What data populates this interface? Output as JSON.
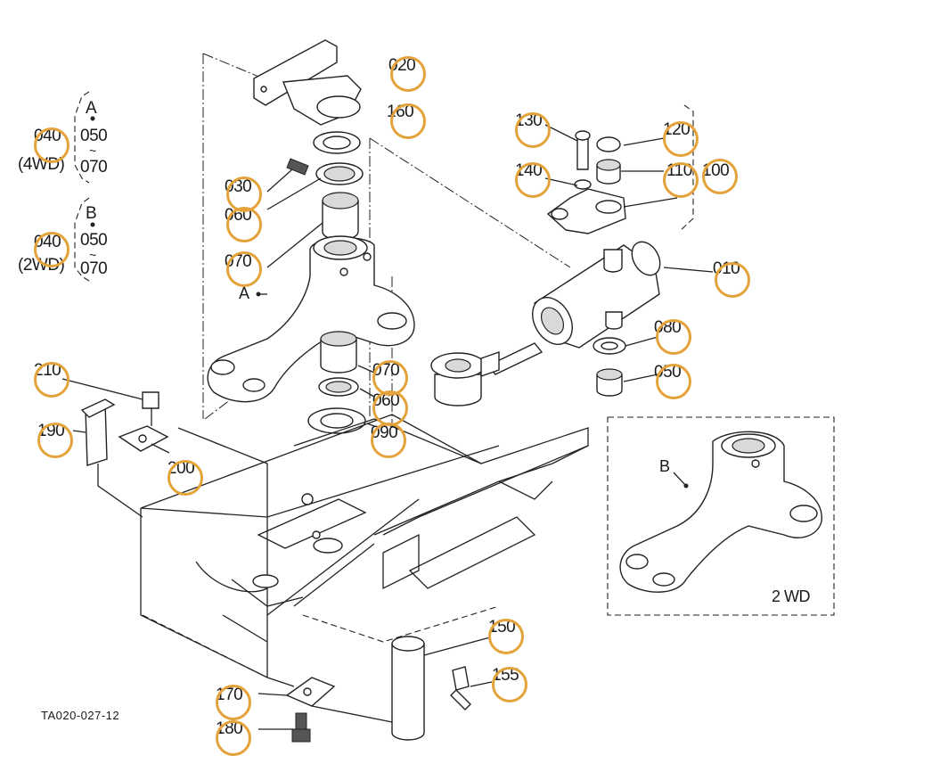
{
  "diagram_code": "TA020-027-12",
  "inset_label": "2 WD",
  "variant_a": {
    "ref": "040",
    "drive": "(4WD)",
    "letter": "A",
    "range_start": "050",
    "range_tilde": "~",
    "range_end": "070"
  },
  "variant_b": {
    "ref": "040",
    "drive": "(2WD)",
    "letter": "B",
    "range_start": "050",
    "range_tilde": "~",
    "range_end": "070"
  },
  "pointers": {
    "a": "A",
    "b": "B"
  },
  "callouts": [
    "020",
    "160",
    "030",
    "060",
    "070",
    "130",
    "120",
    "140",
    "110",
    "100",
    "010",
    "080",
    "050",
    "070",
    "060",
    "090",
    "210",
    "190",
    "200",
    "150",
    "155",
    "170",
    "180"
  ],
  "highlight_color": "#e4a33a"
}
